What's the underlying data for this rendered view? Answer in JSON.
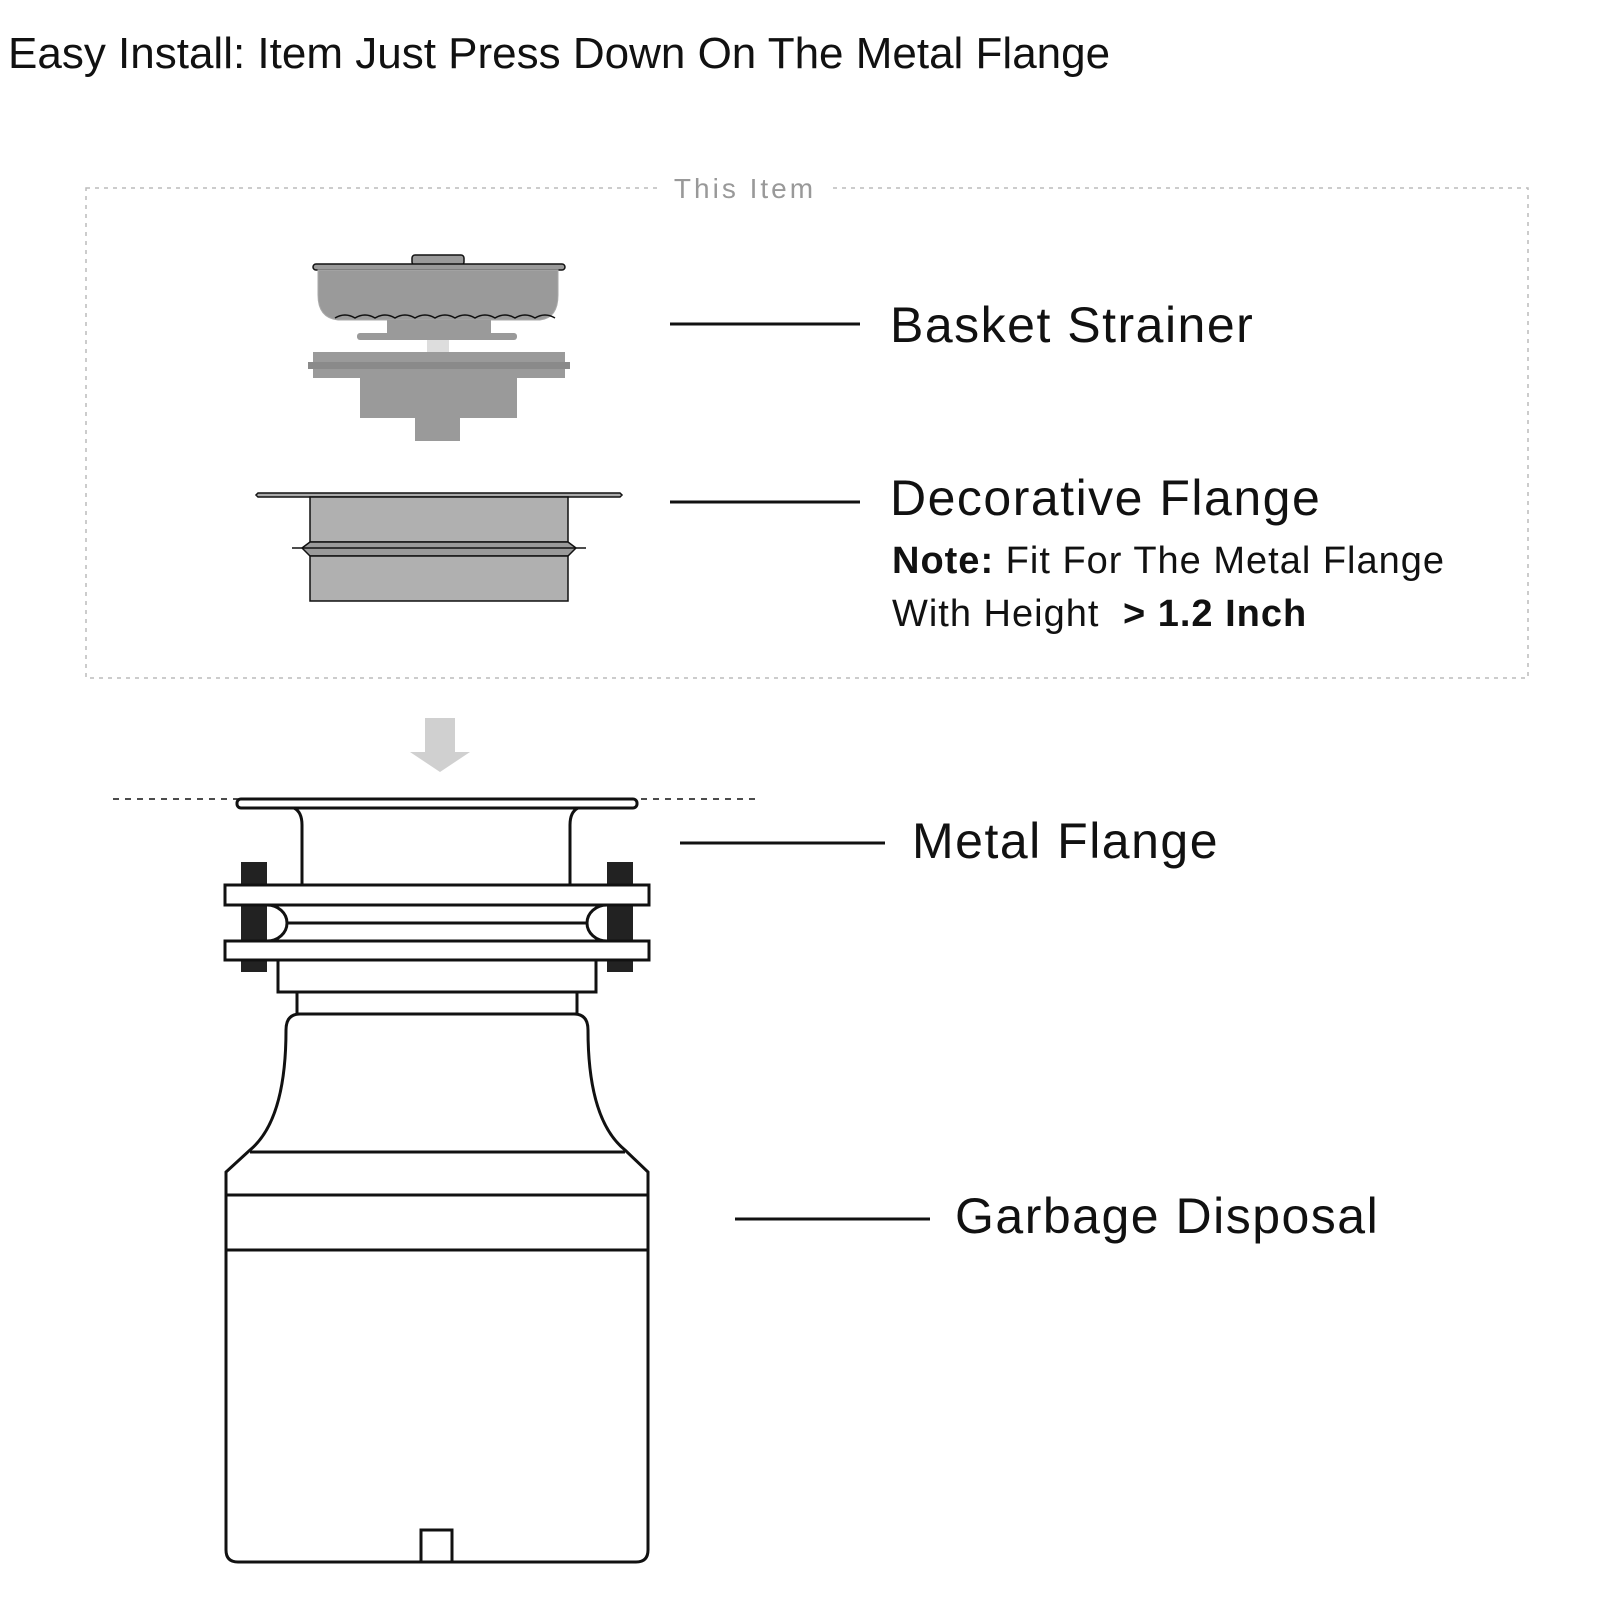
{
  "title": "Easy Install: Item Just Press Down On The Metal Flange",
  "box_label": "This Item",
  "labels": {
    "basket_strainer": "Basket Strainer",
    "decorative_flange": "Decorative Flange",
    "note_prefix": "Note:",
    "note_text": "Fit For The Metal Flange",
    "note_line2": "With Height",
    "note_value": "> 1.2 Inch",
    "metal_flange": "Metal Flange",
    "garbage_disposal": "Garbage Disposal"
  },
  "colors": {
    "gray_dark": "#8f8f8f",
    "gray_mid": "#9a9a9a",
    "gray_light": "#b0b0b0",
    "line": "#111111",
    "arrow": "#d0d0d0"
  }
}
